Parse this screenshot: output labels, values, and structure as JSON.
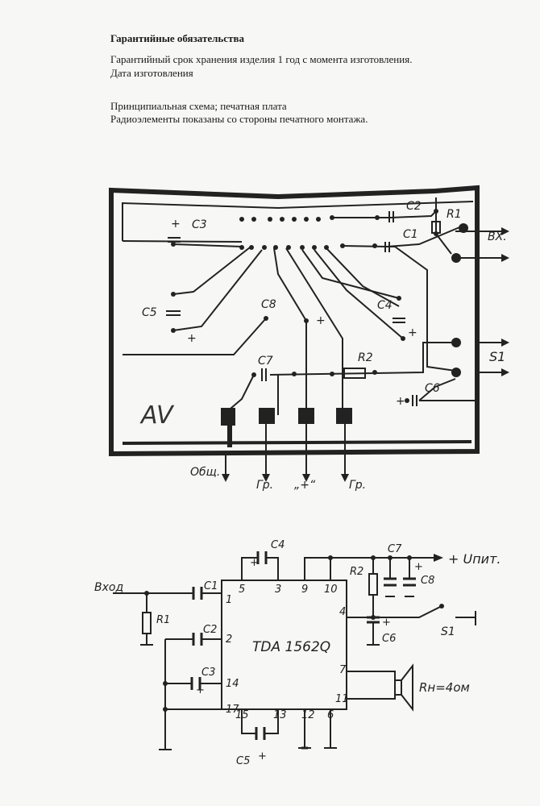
{
  "doc": {
    "title": "Гарантийные обязательства",
    "warranty_line": "Гарантийный срок хранения изделия 1 год с момента изготовления.",
    "date_line": "Дата изготовления",
    "schematic_line": "Принципиальная схема; печатная плата",
    "components_line": "Радиоэлементы показаны со стороны печатного монтажа."
  },
  "board": {
    "logo": "AV",
    "labels": {
      "c1": "C1",
      "c2": "C2",
      "c3": "C3",
      "c4": "C4",
      "c5": "C5",
      "c6": "C6",
      "c7": "C7",
      "c8": "C8",
      "r1": "R1",
      "r2": "R2",
      "s1": "S1",
      "input": "ВХ.",
      "common": "Общ.",
      "gr_left": "Гр.",
      "plus_out": "„+“",
      "gr_right": "Гр.",
      "plus": "+"
    }
  },
  "schematic": {
    "ic": "TDA 1562Q",
    "input": "Вход",
    "supply": "+ Uпит.",
    "load": "Rн=4ом",
    "labels": {
      "c1": "C1",
      "c2": "C2",
      "c3": "C3",
      "c4": "C4",
      "c5": "C5",
      "c6": "C6",
      "c7": "C7",
      "c8": "C8",
      "r1": "R1",
      "r2": "R2",
      "s1": "S1",
      "plus": "+"
    },
    "pins": {
      "p1": "1",
      "p2": "2",
      "p14": "14",
      "p17": "17",
      "p5": "5",
      "p3": "3",
      "p9": "9",
      "p10": "10",
      "p4": "4",
      "p7": "7",
      "p11": "11",
      "p15": "15",
      "p13": "13",
      "p12": "12",
      "p6": "6"
    }
  }
}
